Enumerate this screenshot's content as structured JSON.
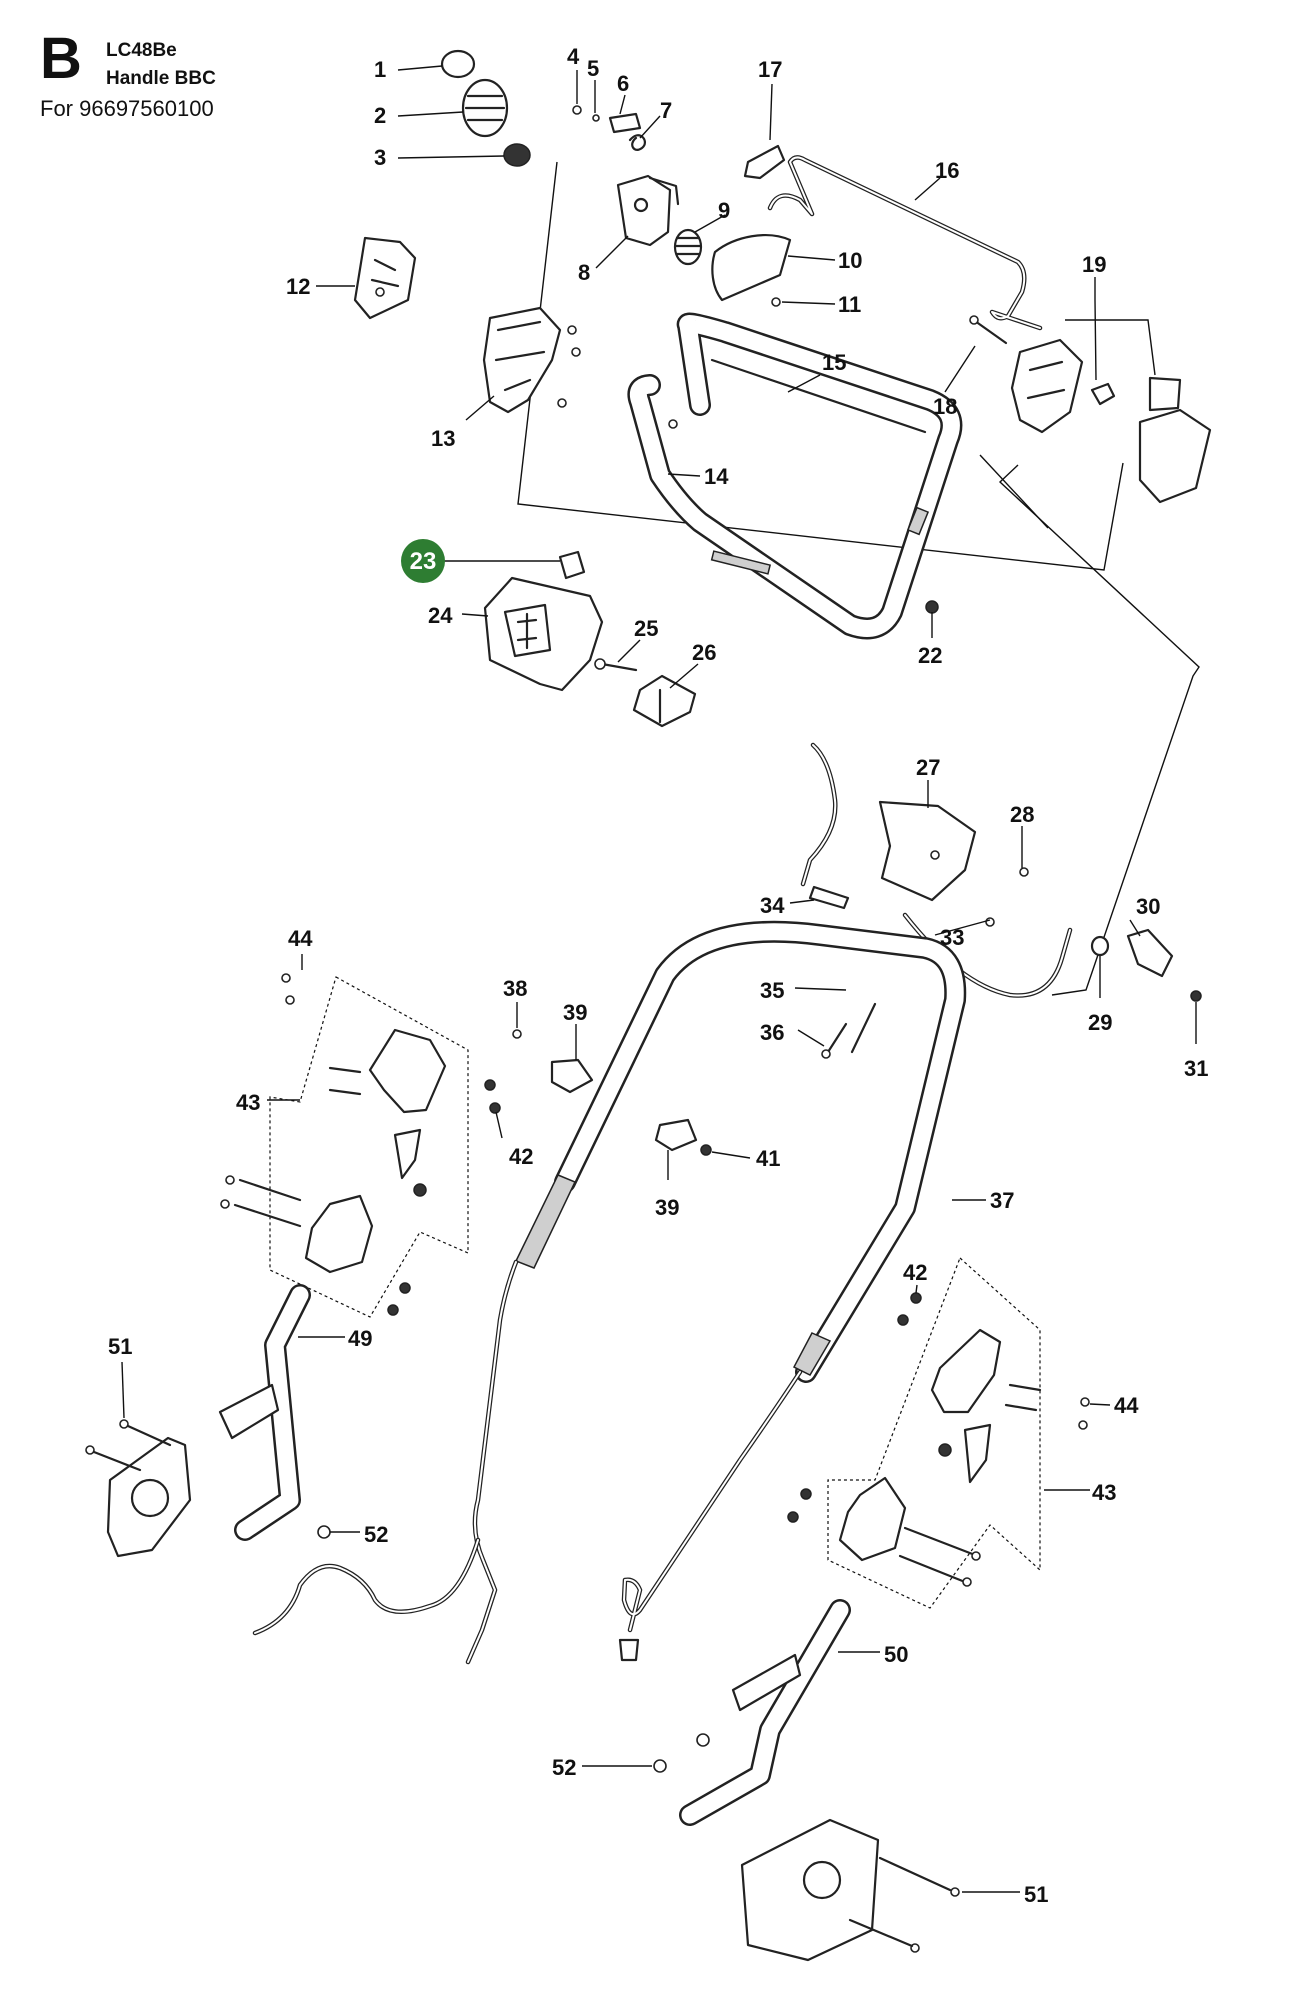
{
  "header": {
    "section_letter": "B",
    "model": "LC48Be",
    "subtitle": "Handle BBC",
    "part_ref": "For 96697560100"
  },
  "highlight": {
    "label": "23",
    "color": "#2e7d32"
  },
  "colors": {
    "ink": "#111111",
    "background": "#ffffff",
    "highlight": "#2e7d32"
  },
  "labels": {
    "l1": "1",
    "l2": "2",
    "l3": "3",
    "l4": "4",
    "l5": "5",
    "l6": "6",
    "l7": "7",
    "l8": "8",
    "l9": "9",
    "l10": "10",
    "l11": "11",
    "l12": "12",
    "l13": "13",
    "l14": "14",
    "l15": "15",
    "l16": "16",
    "l17": "17",
    "l18": "18",
    "l19": "19",
    "l22": "22",
    "l24": "24",
    "l25": "25",
    "l26": "26",
    "l27": "27",
    "l28": "28",
    "l29": "29",
    "l30": "30",
    "l31": "31",
    "l33": "33",
    "l34": "34",
    "l35": "35",
    "l36": "36",
    "l37": "37",
    "l38": "38",
    "l39a": "39",
    "l39b": "39",
    "l41": "41",
    "l42a": "42",
    "l42b": "42",
    "l43a": "43",
    "l43b": "43",
    "l44a": "44",
    "l44b": "44",
    "l49": "49",
    "l50": "50",
    "l51a": "51",
    "l51b": "51",
    "l52a": "52",
    "l52b": "52"
  }
}
